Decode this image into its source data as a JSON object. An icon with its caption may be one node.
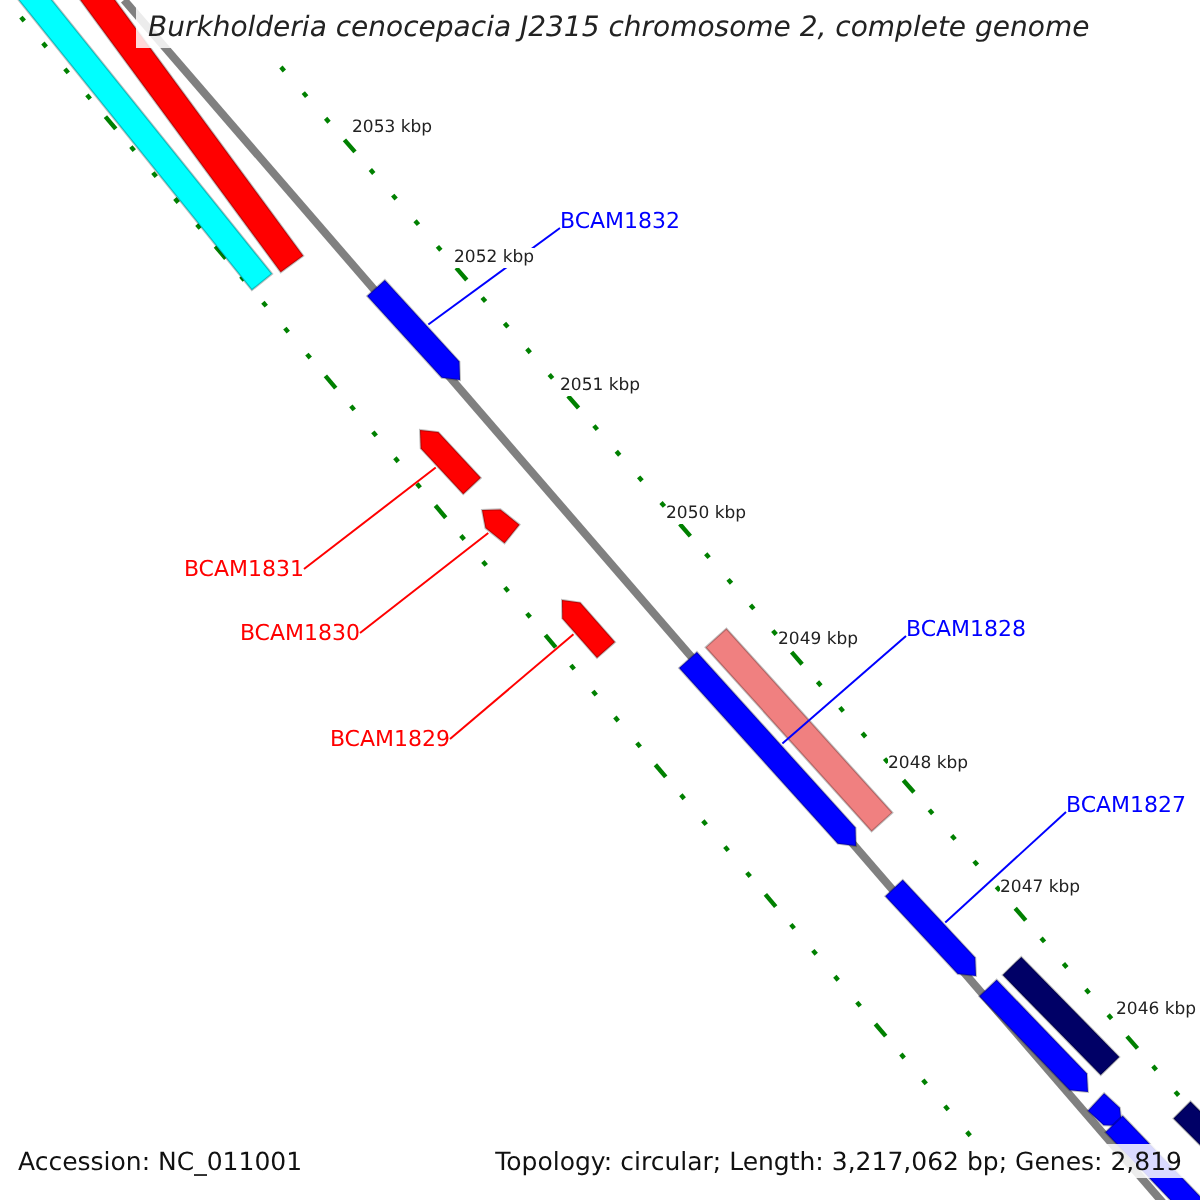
{
  "diagram": {
    "title": "Burkholderia cenocepacia J2315 chromosome 2, complete genome",
    "nodes": [
      {
        "text": [],
        "shape": "bar"
      },
      {
        "text": [],
        "shape": "bar"
      },
      {
        "text": [
          "BCAM1832"
        ]
      },
      {
        "text": [],
        "shape": "arrow"
      },
      {
        "text": [],
        "shape": "arrow"
      },
      {
        "text": [],
        "shape": "arrow"
      },
      {
        "text": [
          "BCAM1831"
        ]
      },
      {
        "text": [
          "BCAM1830"
        ]
      },
      {
        "text": [],
        "shape": "arrow"
      },
      {
        "text": [
          "BCAM1828"
        ]
      },
      {
        "text": [],
        "shape": "bar"
      },
      {
        "text": [],
        "shape": "arrow"
      },
      {
        "text": [
          "BCAM1829"
        ]
      },
      {
        "text": [
          "BCAM1827"
        ]
      },
      {
        "text": [],
        "shape": "arrow"
      },
      {
        "text": [],
        "shape": "bar"
      },
      {
        "text": [],
        "shape": "arrow"
      },
      {
        "text": [],
        "shape": "arrow"
      },
      {
        "text": [],
        "shape": "arrow"
      },
      {
        "text": [],
        "shape": "bar"
      }
    ],
    "edges": [
      {
        "from": 2,
        "to": 3,
        "arrow": "none"
      },
      {
        "from": 6,
        "to": 4,
        "arrow": "none",
        "color": "#ff0000"
      },
      {
        "from": 7,
        "to": 5,
        "arrow": "none",
        "color": "#ff0000"
      },
      {
        "from": 12,
        "to": 8,
        "arrow": "none",
        "color": "#ff0000"
      },
      {
        "from": 9,
        "to": 11,
        "arrow": "none"
      },
      {
        "from": 13,
        "to": 14,
        "arrow": "none"
      }
    ],
    "labels": [
      "2053 kbp",
      "2052 kbp",
      "2051 kbp",
      "2050 kbp",
      "2049 kbp",
      "2048 kbp",
      "2047 kbp",
      "2046 kbp",
      "Accession: NC_011001",
      "Topology: circular; Length: 3,217,062 bp; Genes: 2,819"
    ]
  }
}
